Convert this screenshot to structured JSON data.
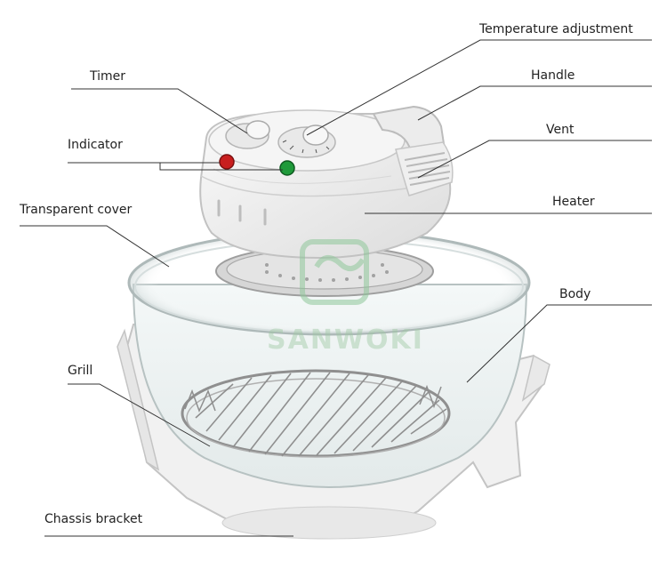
{
  "labels": {
    "temperature_adjustment": "Temperature adjustment",
    "handle": "Handle",
    "timer": "Timer",
    "vent": "Vent",
    "indicator": "Indicator",
    "heater": "Heater",
    "transparent_cover": "Transparent cover",
    "body": "Body",
    "grill": "Grill",
    "chassis_bracket": "Chassis bracket"
  },
  "watermark": "SANWOKI",
  "colors": {
    "appliance_white": "#f2f2f2",
    "outline_gray": "#b9b9b9",
    "indicator_red": "#c81e1e",
    "indicator_green": "#1f9a3a",
    "watermark_green": "#9fc9a4",
    "leader_line": "#333333"
  }
}
